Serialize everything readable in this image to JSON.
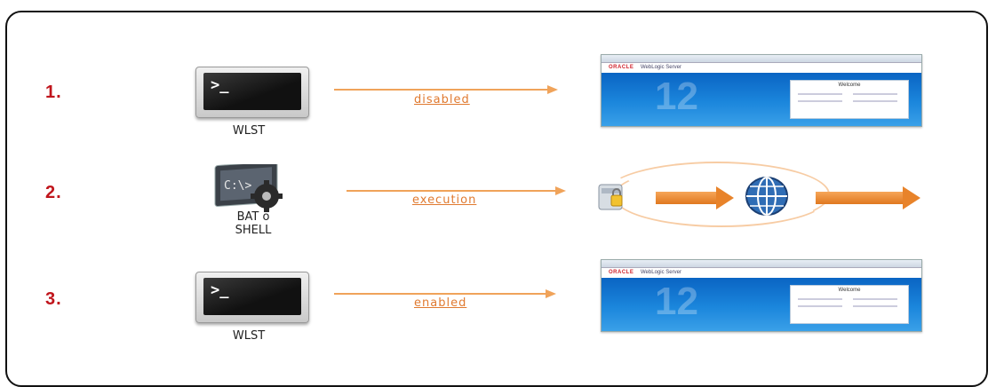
{
  "steps": [
    {
      "number": "1.",
      "tool_label": "WLST",
      "arrow_label": "disabled"
    },
    {
      "number": "2.",
      "tool_label": "BAT o SHELL",
      "arrow_label": "execution"
    },
    {
      "number": "3.",
      "tool_label": "WLST",
      "arrow_label": "enabled"
    }
  ],
  "terminal": {
    "prompt": ">_"
  },
  "console": {
    "brand": "ORACLE",
    "title": "WebLogic Server",
    "version": "12",
    "login_title": "Welcome"
  },
  "colors": {
    "step_number": "#c0151c",
    "arrow": "#f0a35a",
    "console_blue": "#1b86dc",
    "frame": "#111111"
  },
  "icons": [
    "terminal-icon",
    "batch-script-gear-icon",
    "security-store-icon",
    "globe-icon"
  ]
}
